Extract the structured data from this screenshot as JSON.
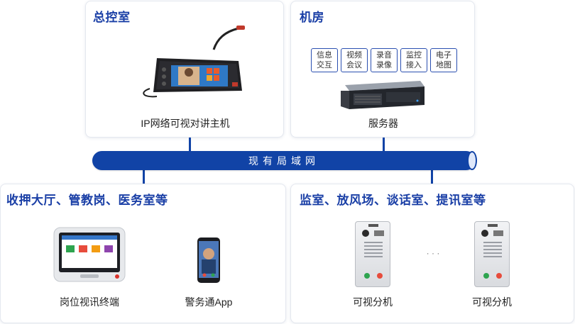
{
  "network": {
    "label": "现有局域网"
  },
  "control_room": {
    "title": "总控室",
    "device_label": "IP网络可视对讲主机"
  },
  "machine_room": {
    "title": "机房",
    "services": [
      {
        "line1": "信息",
        "line2": "交互"
      },
      {
        "line1": "视频",
        "line2": "会议"
      },
      {
        "line1": "录音",
        "line2": "录像"
      },
      {
        "line1": "监控",
        "line2": "接入"
      },
      {
        "line1": "电子",
        "line2": "地图"
      }
    ],
    "device_label": "服务器"
  },
  "hall": {
    "title": "收押大厅、管教岗、医务室等",
    "terminal_label": "岗位视讯终端",
    "app_label": "警务通App"
  },
  "cells": {
    "title": "监室、放风场、谈话室、提讯室等",
    "ext1_label": "可视分机",
    "ellipsis": "· · ·",
    "ext2_label": "可视分机"
  },
  "colors": {
    "title_blue": "#1a3fa6",
    "network_blue": "#1143a6"
  }
}
